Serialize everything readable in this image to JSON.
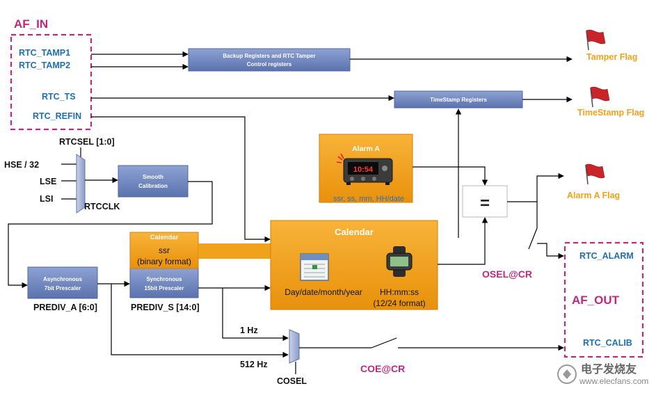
{
  "af_in": {
    "title": "AF_IN",
    "rtc_tamp1": "RTC_TAMP1",
    "rtc_tamp2": "RTC_TAMP2",
    "rtc_ts": "RTC_TS",
    "rtc_refin": "RTC_REFIN"
  },
  "af_out": {
    "title": "AF_OUT",
    "rtc_alarm": "RTC_ALARM",
    "rtc_calib": "RTC_CALIB"
  },
  "clock_sources": {
    "rtcsel": "RTCSEL [1:0]",
    "hse": "HSE / 32",
    "lse": "LSE",
    "lsi": "LSI",
    "rtcclk": "RTCCLK"
  },
  "blocks": {
    "backup_line1": "Backup Registers and RTC Tamper",
    "backup_line2": "Control registers",
    "timestamp": "TimeStamp Registers",
    "smooth_line1": "Smooth",
    "smooth_line2": "Calibration",
    "alarm_title": "Alarm A",
    "alarm_display": "10:54",
    "alarm_fields": "ssr, ss, mm, HH/date",
    "compare": "=",
    "cal_small_title": "Calendar",
    "cal_small_line1": "ssr",
    "cal_small_line2": "(binary format)",
    "calendar_title": "Calendar",
    "calendar_date": "Day/date/month/year",
    "calendar_time_line1": "HH:mm:ss",
    "calendar_time_line2": "(12/24 format)",
    "async_line1": "Asynchronous",
    "async_line2": "7bit  Prescaler",
    "sync_line1": "Synchronous",
    "sync_line2": "15bit Prescaler"
  },
  "labels": {
    "prediv_a": "PREDIV_A [6:0]",
    "prediv_s": "PREDIV_S [14:0]",
    "hz1": "1 Hz",
    "hz512": "512 Hz",
    "cosel": "COSEL",
    "osel": "OSEL@CR",
    "coe": "COE@CR"
  },
  "flags": {
    "tamper": "Tamper Flag",
    "timestamp": "TimeStamp Flag",
    "alarm": "Alarm A Flag"
  },
  "watermark": {
    "cn": "电子发烧友",
    "url": "www.elecfans.com"
  },
  "colors": {
    "register_block": "#6f87c0",
    "orange_block": "#f5a418",
    "label_blue": "#1f6fb0",
    "magenta": "#c0287e",
    "flag_text": "#f0a21c",
    "flag_red": "#c8242a"
  }
}
